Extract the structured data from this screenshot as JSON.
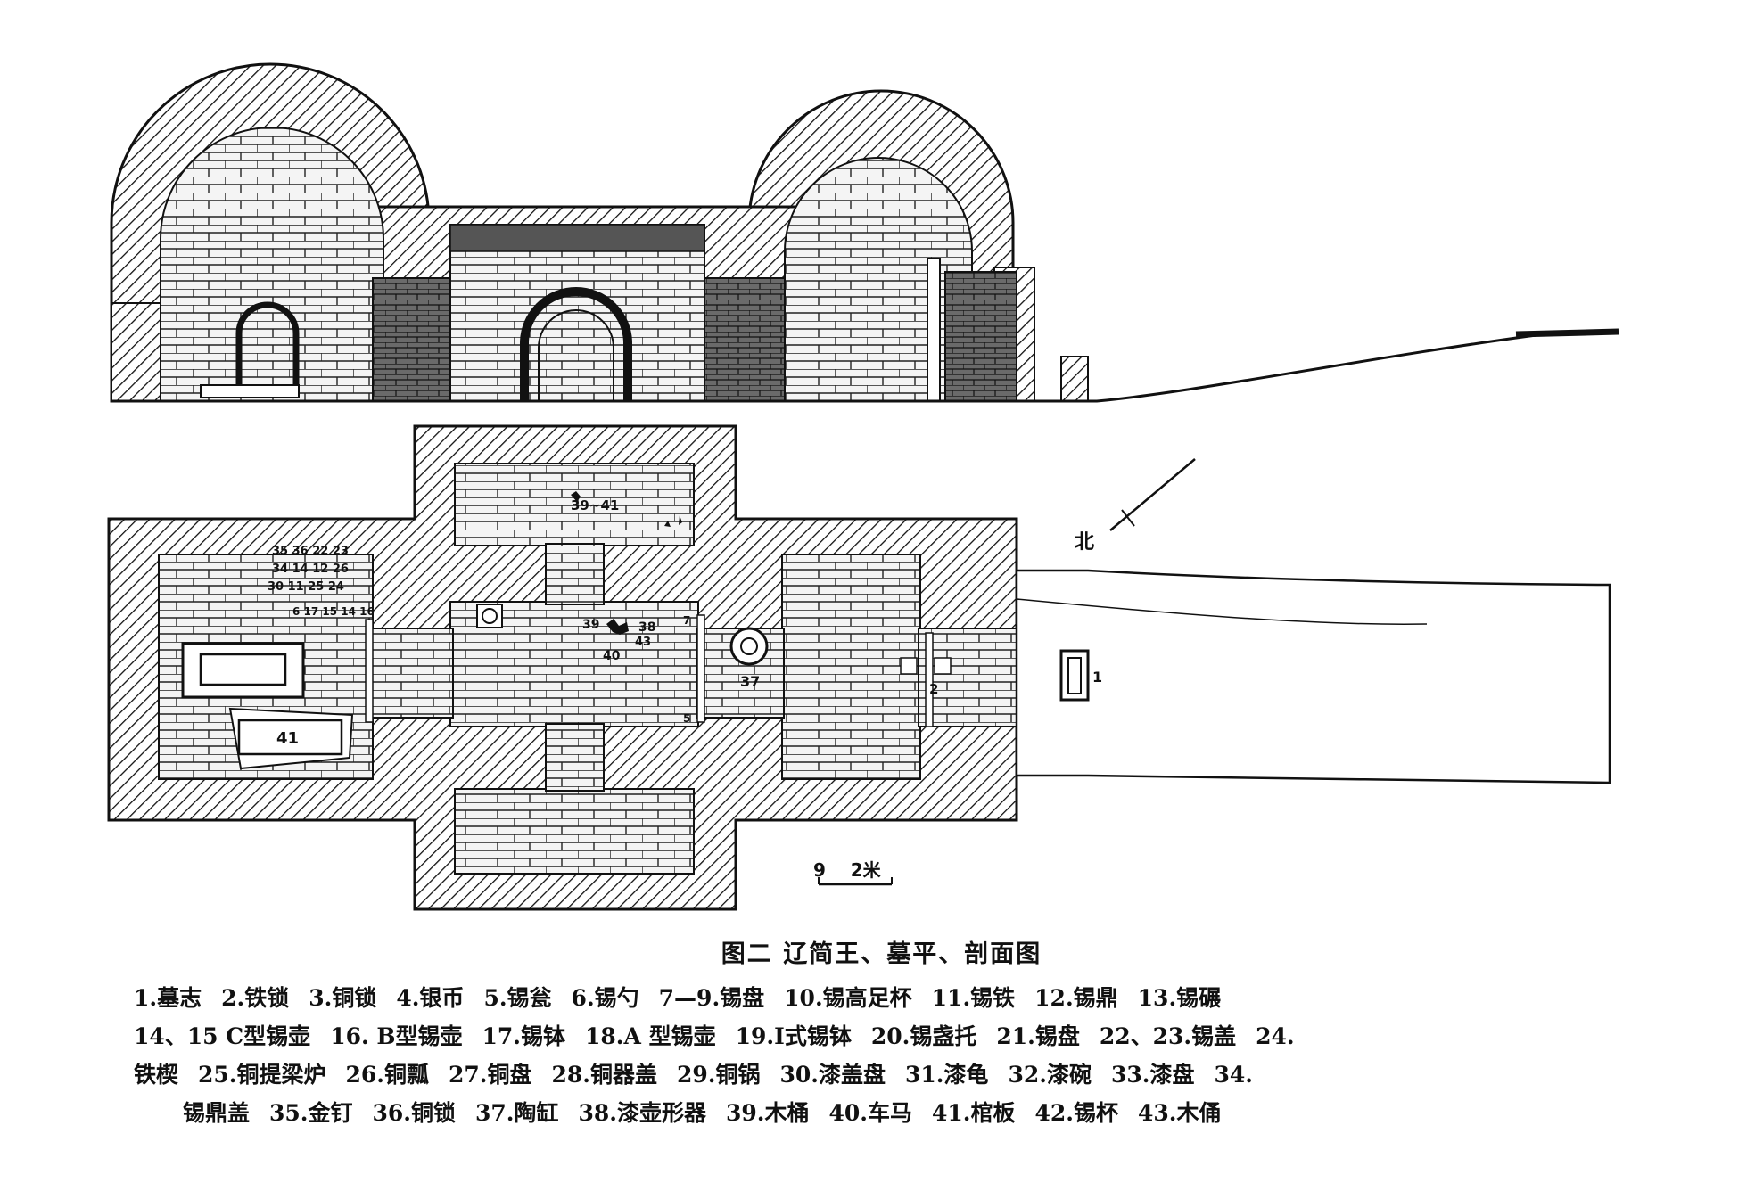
{
  "figure": {
    "caption": "图二  辽简王、墓平、剖面图",
    "north_label": "北",
    "scale_label": "9    2米",
    "plan_labels": {
      "coffin_board": "41",
      "pottery_jar": "37",
      "epitaph": "1",
      "iron_lock": "2",
      "rear_chamber_cluster": "39~41",
      "center_cluster_a": "39",
      "center_cluster_b": "38",
      "center_cluster_c": "43",
      "center_cluster_d": "40",
      "nw_cluster_1": "35 36 22 23",
      "nw_cluster_2": "34 14 12 26",
      "nw_cluster_3": "30 11 25 24",
      "nw_cluster_4": "6 17 15 14 16",
      "side_mark_5": "5",
      "side_mark_7": "7"
    }
  },
  "legend": {
    "lines": [
      [
        "1.墓志",
        "2.铁锁",
        "3.铜锁",
        "4.银币",
        "5.锡瓮",
        "6.锡勺",
        "7—9.锡盘",
        "10.锡高足杯",
        "11.锡铁",
        "12.锡鼎",
        "13.锡碾"
      ],
      [
        "14、15 C型锡壶",
        "16. B型锡壶",
        "17.锡钵",
        "18.A 型锡壶",
        "19.I式锡钵",
        "20.锡盏托",
        "21.锡盘",
        "22、23.锡盖",
        "24."
      ],
      [
        "铁楔",
        "25.铜提梁炉",
        "26.铜瓢",
        "27.铜盘",
        "28.铜器盖",
        "29.铜锅",
        "30.漆盖盘",
        "31.漆龟",
        "32.漆碗",
        "33.漆盘",
        "34."
      ],
      [
        "锡鼎盖",
        "35.金钉",
        "36.铜锁",
        "37.陶缸",
        "38.漆壶形器",
        "39.木桶",
        "40.车马",
        "41.棺板",
        "42.锡杯",
        "43.木俑"
      ]
    ]
  }
}
